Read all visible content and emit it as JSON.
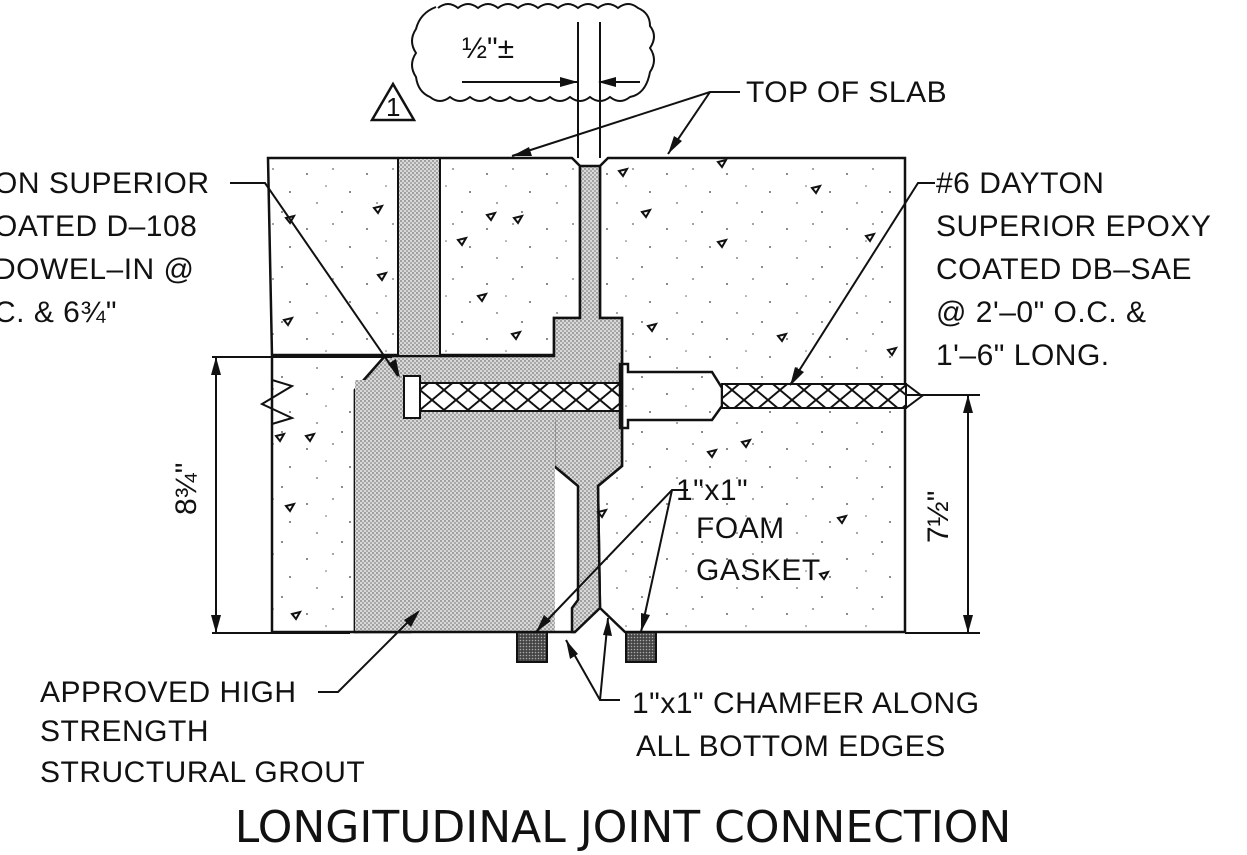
{
  "revision_mark": "1",
  "gap_dimension": "½\"±",
  "labels": {
    "top_of_slab": "TOP OF SLAB",
    "left_dowel": [
      "ON SUPERIOR",
      "OATED D–108",
      "DOWEL–IN @",
      "C. & 6¾\""
    ],
    "right_bar": [
      "#6 DAYTON",
      "SUPERIOR EPOXY",
      "COATED DB–SAE",
      "@ 2'–0\" O.C. &",
      "1'–6\" LONG."
    ],
    "foam_gasket": [
      "1\"x1\"",
      "FOAM",
      "GASKET"
    ],
    "grout": [
      "APPROVED HIGH",
      "STRENGTH",
      "STRUCTURAL GROUT"
    ],
    "chamfer": [
      "1\"x1\" CHAMFER ALONG",
      "ALL BOTTOM EDGES"
    ]
  },
  "dimensions": {
    "left_depth": "8¾\"",
    "right_depth": "7½\""
  },
  "title": "LONGITUDINAL JOINT CONNECTION"
}
